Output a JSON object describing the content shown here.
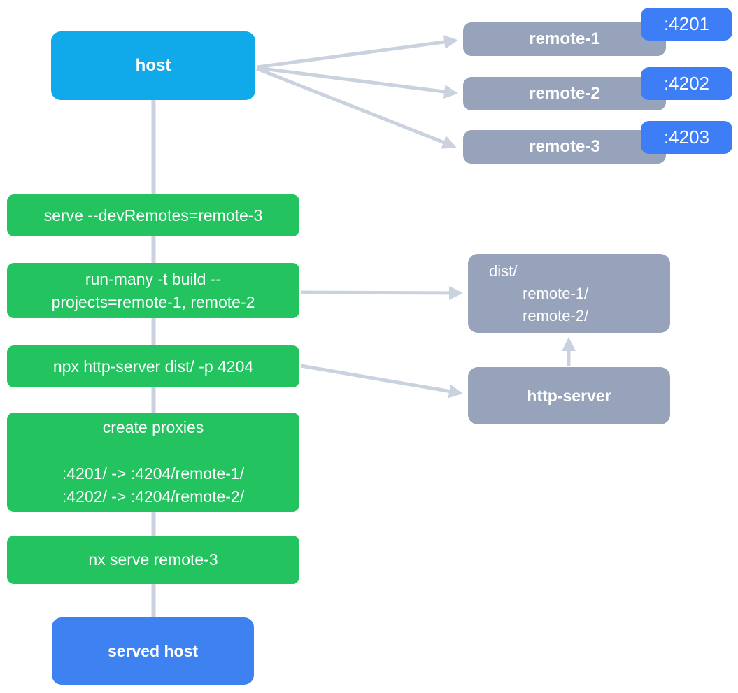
{
  "diagram_title": "nx module federation host with dev and static remotes",
  "colors": {
    "background": "#ffffff",
    "host_cyan": "#10A9E9",
    "port_blue": "#3D7DF6",
    "served_blue": "#3E82F2",
    "box_gray": "#96A3BA",
    "command_green": "#23C45F",
    "arrow_gray": "#CBD2DF",
    "text_white": "#ffffff"
  },
  "nodes": {
    "host": {
      "label": "host"
    },
    "remotes": [
      {
        "label": "remote-1",
        "port": ":4201"
      },
      {
        "label": "remote-2",
        "port": ":4202"
      },
      {
        "label": "remote-3",
        "port": ":4203"
      }
    ],
    "commands": {
      "serve": {
        "lines": [
          "serve --devRemotes=remote-3"
        ]
      },
      "runmany": {
        "lines": [
          "run-many -t build --",
          "projects=remote-1, remote-2"
        ]
      },
      "npx": {
        "lines": [
          "npx http-server dist/ -p 4204"
        ]
      },
      "proxies": {
        "lines": [
          "create proxies",
          "",
          ":4201/ -> :4204/remote-1/",
          ":4202/ -> :4204/remote-2/"
        ]
      },
      "nxserve": {
        "lines": [
          "nx serve remote-3"
        ]
      }
    },
    "dist": {
      "lines": [
        "dist/",
        "remote-1/",
        "remote-2/"
      ]
    },
    "http_server": {
      "label": "http-server"
    },
    "served_host": {
      "label": "served host"
    }
  },
  "edges": [
    "host -> remote-1",
    "host -> remote-2",
    "host -> remote-3",
    "host -> serve -> run-many -> npx -> create proxies -> nx serve -> served host",
    "run-many -> dist/",
    "npx http-server -> http-server",
    "http-server -> dist/"
  ]
}
